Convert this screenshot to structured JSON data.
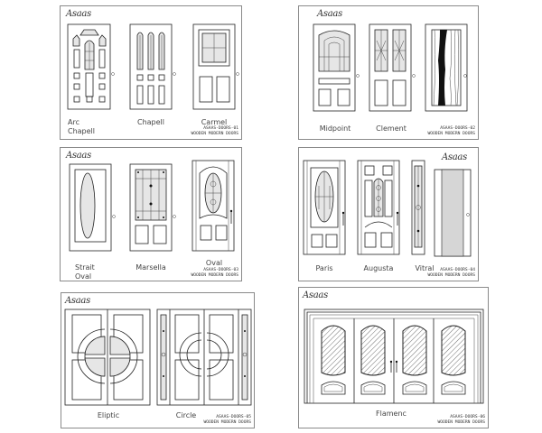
{
  "brand": "Asaas",
  "colors": {
    "line": "#222222",
    "frame": "#8a8a8a",
    "background": "#ffffff"
  },
  "sheets": [
    {
      "code": "ASAAS-DOORS-01",
      "subtitle": "WOODEN MODERN DOORS",
      "doors": [
        {
          "name_line1": "Arc",
          "name_line2": "Chapell"
        },
        {
          "name_line1": "Chapell"
        },
        {
          "name_line1": "Carmel"
        }
      ]
    },
    {
      "code": "ASAAS-DOORS-02",
      "subtitle": "WOODEN MODERN DOORS",
      "doors": [
        {
          "name_line1": "Midpoint"
        },
        {
          "name_line1": "Clement"
        },
        {
          "name_line1": ""
        }
      ]
    },
    {
      "code": "ASAAS-DOORS-03",
      "subtitle": "WOODEN MODERN DOORS",
      "doors": [
        {
          "name_line1": "Strait",
          "name_line2": "Oval"
        },
        {
          "name_line1": "Marsella"
        },
        {
          "name_line1": "Oval"
        }
      ]
    },
    {
      "code": "ASAAS-DOORS-04",
      "subtitle": "WOODEN MODERN DOORS",
      "doors": [
        {
          "name_line1": "Paris"
        },
        {
          "name_line1": "Augusta"
        },
        {
          "name_line1": "Vitral"
        }
      ]
    },
    {
      "code": "ASAAS-DOORS-05",
      "subtitle": "WOODEN MODERN DOORS",
      "doors": [
        {
          "name_line1": "Eliptic"
        },
        {
          "name_line1": "Circle"
        }
      ]
    },
    {
      "code": "ASAAS-DOORS-06",
      "subtitle": "WOODEN MODERN DOORS",
      "doors": [
        {
          "name_line1": "Flamenc"
        }
      ]
    }
  ]
}
